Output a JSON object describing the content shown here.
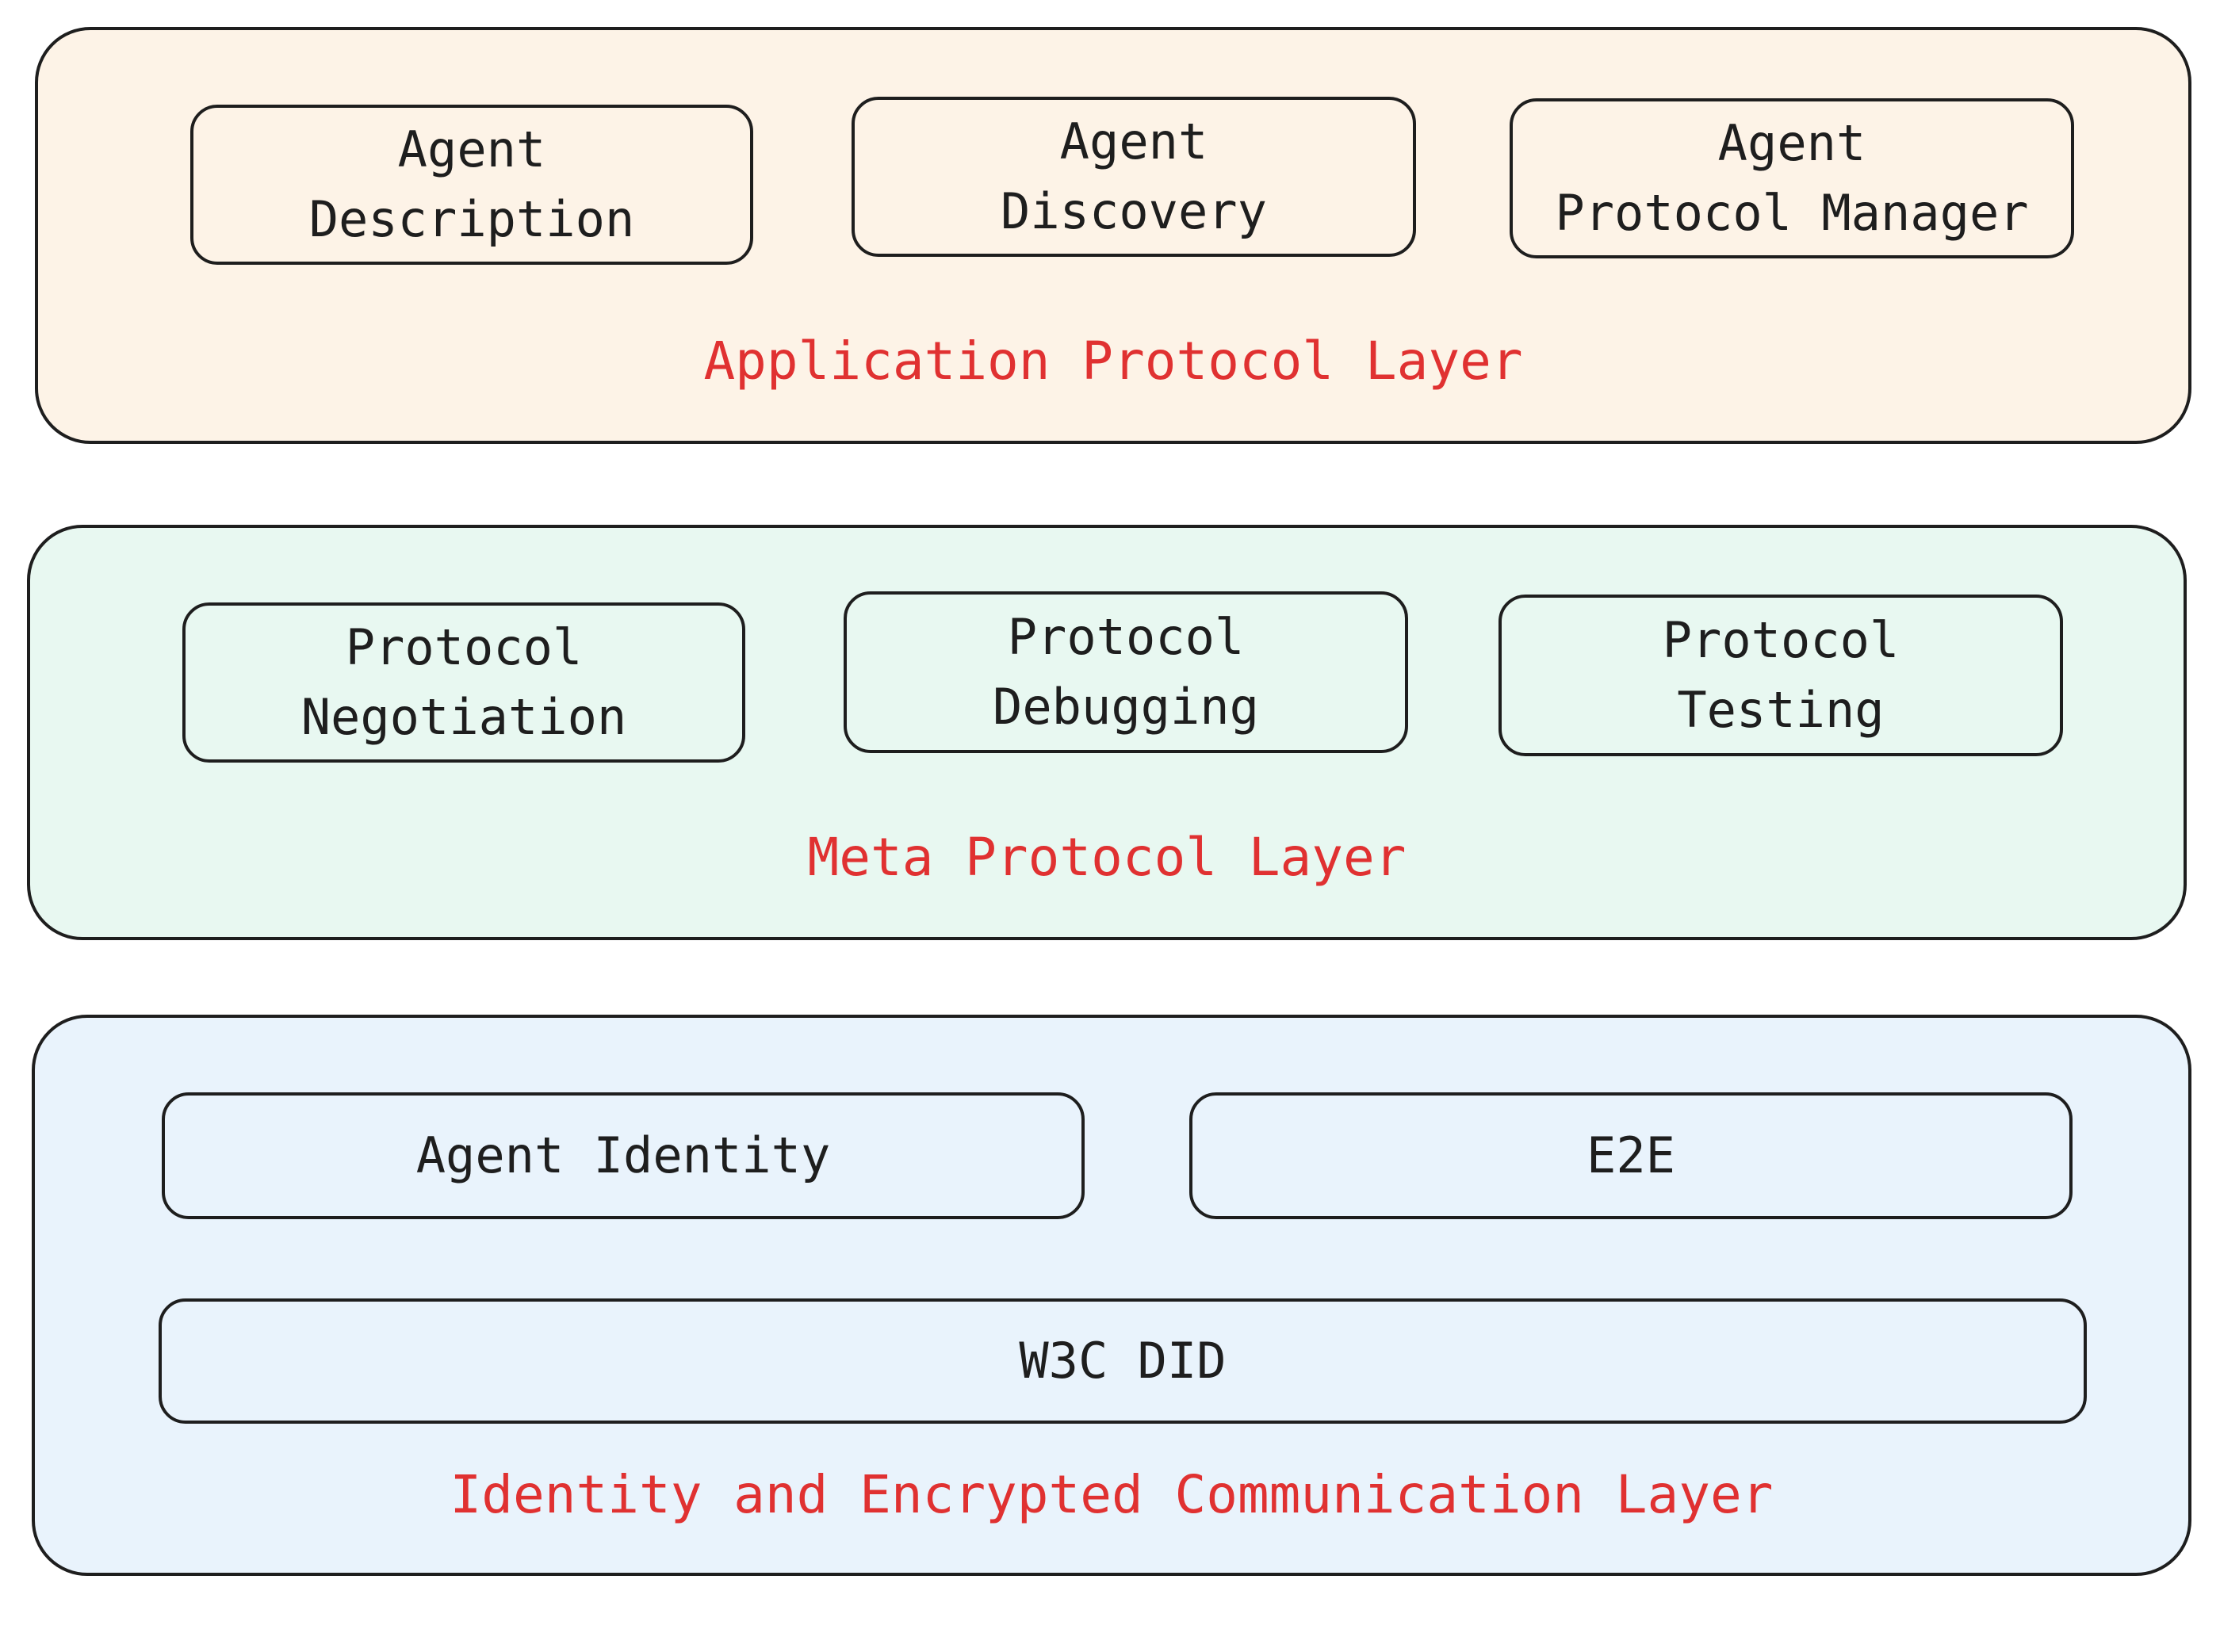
{
  "colors": {
    "stroke": "#1e1e1e",
    "label": "#e03131",
    "application_fill": "#fdf3e7",
    "meta_fill": "#e8f8f1",
    "identity_fill": "#e9f3fc"
  },
  "layers": {
    "application": {
      "title": "Application Protocol Layer",
      "boxes": [
        {
          "line1": "Agent",
          "line2": "Description"
        },
        {
          "line1": "Agent",
          "line2": "Discovery"
        },
        {
          "line1": "Agent",
          "line2": "Protocol Manager"
        }
      ]
    },
    "meta": {
      "title": "Meta Protocol Layer",
      "boxes": [
        {
          "line1": "Protocol",
          "line2": "Negotiation"
        },
        {
          "line1": "Protocol",
          "line2": "Debugging"
        },
        {
          "line1": "Protocol",
          "line2": "Testing"
        }
      ]
    },
    "identity": {
      "title": "Identity and Encrypted Communication Layer",
      "boxes": [
        {
          "line1": "Agent Identity"
        },
        {
          "line1": "E2E"
        },
        {
          "line1": "W3C DID"
        }
      ]
    }
  }
}
